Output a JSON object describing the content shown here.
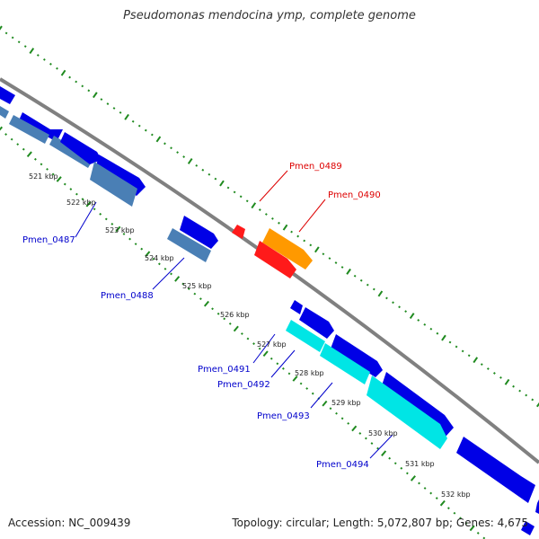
{
  "title": "Pseudomonas mendocina ymp, complete genome",
  "footer": {
    "accession": "Accession: NC_009439",
    "summary": "Topology: circular; Length: 5,072,807 bp; Genes: 4,675"
  },
  "colors": {
    "backbone": "#808080",
    "tick_dots": "#1f8a1f",
    "forward_gene": "#0000e6",
    "reverse_gene": "#4a7fb5",
    "cyan_gene": "#00e5e5",
    "highlight_orange": "#ff9900",
    "highlight_red": "#ff1a1a",
    "label_blue": "#0000cc",
    "label_red": "#dd0000"
  },
  "kbp_ticks": [
    "521 kbp",
    "522 kbp",
    "523 kbp",
    "524 kbp",
    "525 kbp",
    "526 kbp",
    "527 kbp",
    "528 kbp",
    "529 kbp",
    "530 kbp",
    "531 kbp",
    "532 kbp"
  ],
  "gene_labels": [
    {
      "text": "Pmen_0487",
      "color": "blue"
    },
    {
      "text": "Pmen_0488",
      "color": "blue"
    },
    {
      "text": "Pmen_0489",
      "color": "red"
    },
    {
      "text": "Pmen_0490",
      "color": "red"
    },
    {
      "text": "Pmen_0491",
      "color": "blue"
    },
    {
      "text": "Pmen_0492",
      "color": "blue"
    },
    {
      "text": "Pmen_0493",
      "color": "blue"
    },
    {
      "text": "Pmen_0494",
      "color": "blue"
    }
  ]
}
